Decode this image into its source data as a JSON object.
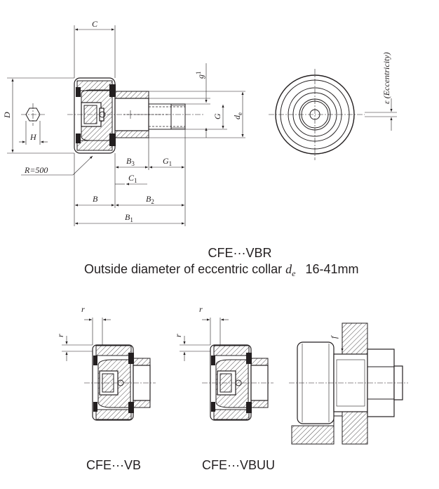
{
  "top_figure": {
    "caption_line1": "CFE···VBR",
    "caption_line2_prefix": "Outside diameter of eccentric collar ",
    "caption_symbol": "d",
    "caption_symbol_sub": "e",
    "caption_range": "16-41mm",
    "labels": {
      "C": "C",
      "D": "D",
      "H": "H",
      "R": "R=500",
      "g": "g",
      "g_sup": "1",
      "G": "G",
      "de": "d",
      "de_sub": "e",
      "B3": "B",
      "B3_sub": "3",
      "G1": "G",
      "G1_sub": "1",
      "C1": "C",
      "C1_sub": "1",
      "B": "B",
      "B2": "B",
      "B2_sub": "2",
      "B1": "B",
      "B1_sub": "1",
      "eccentricity": "ε (Eccentricity)"
    }
  },
  "bottom_left": {
    "caption": "CFE···VB",
    "r_top": "r",
    "r_side": "r"
  },
  "bottom_middle": {
    "caption": "CFE···VBUU",
    "r_top": "r",
    "r_side": "r"
  },
  "bottom_right": {
    "f": "f"
  }
}
